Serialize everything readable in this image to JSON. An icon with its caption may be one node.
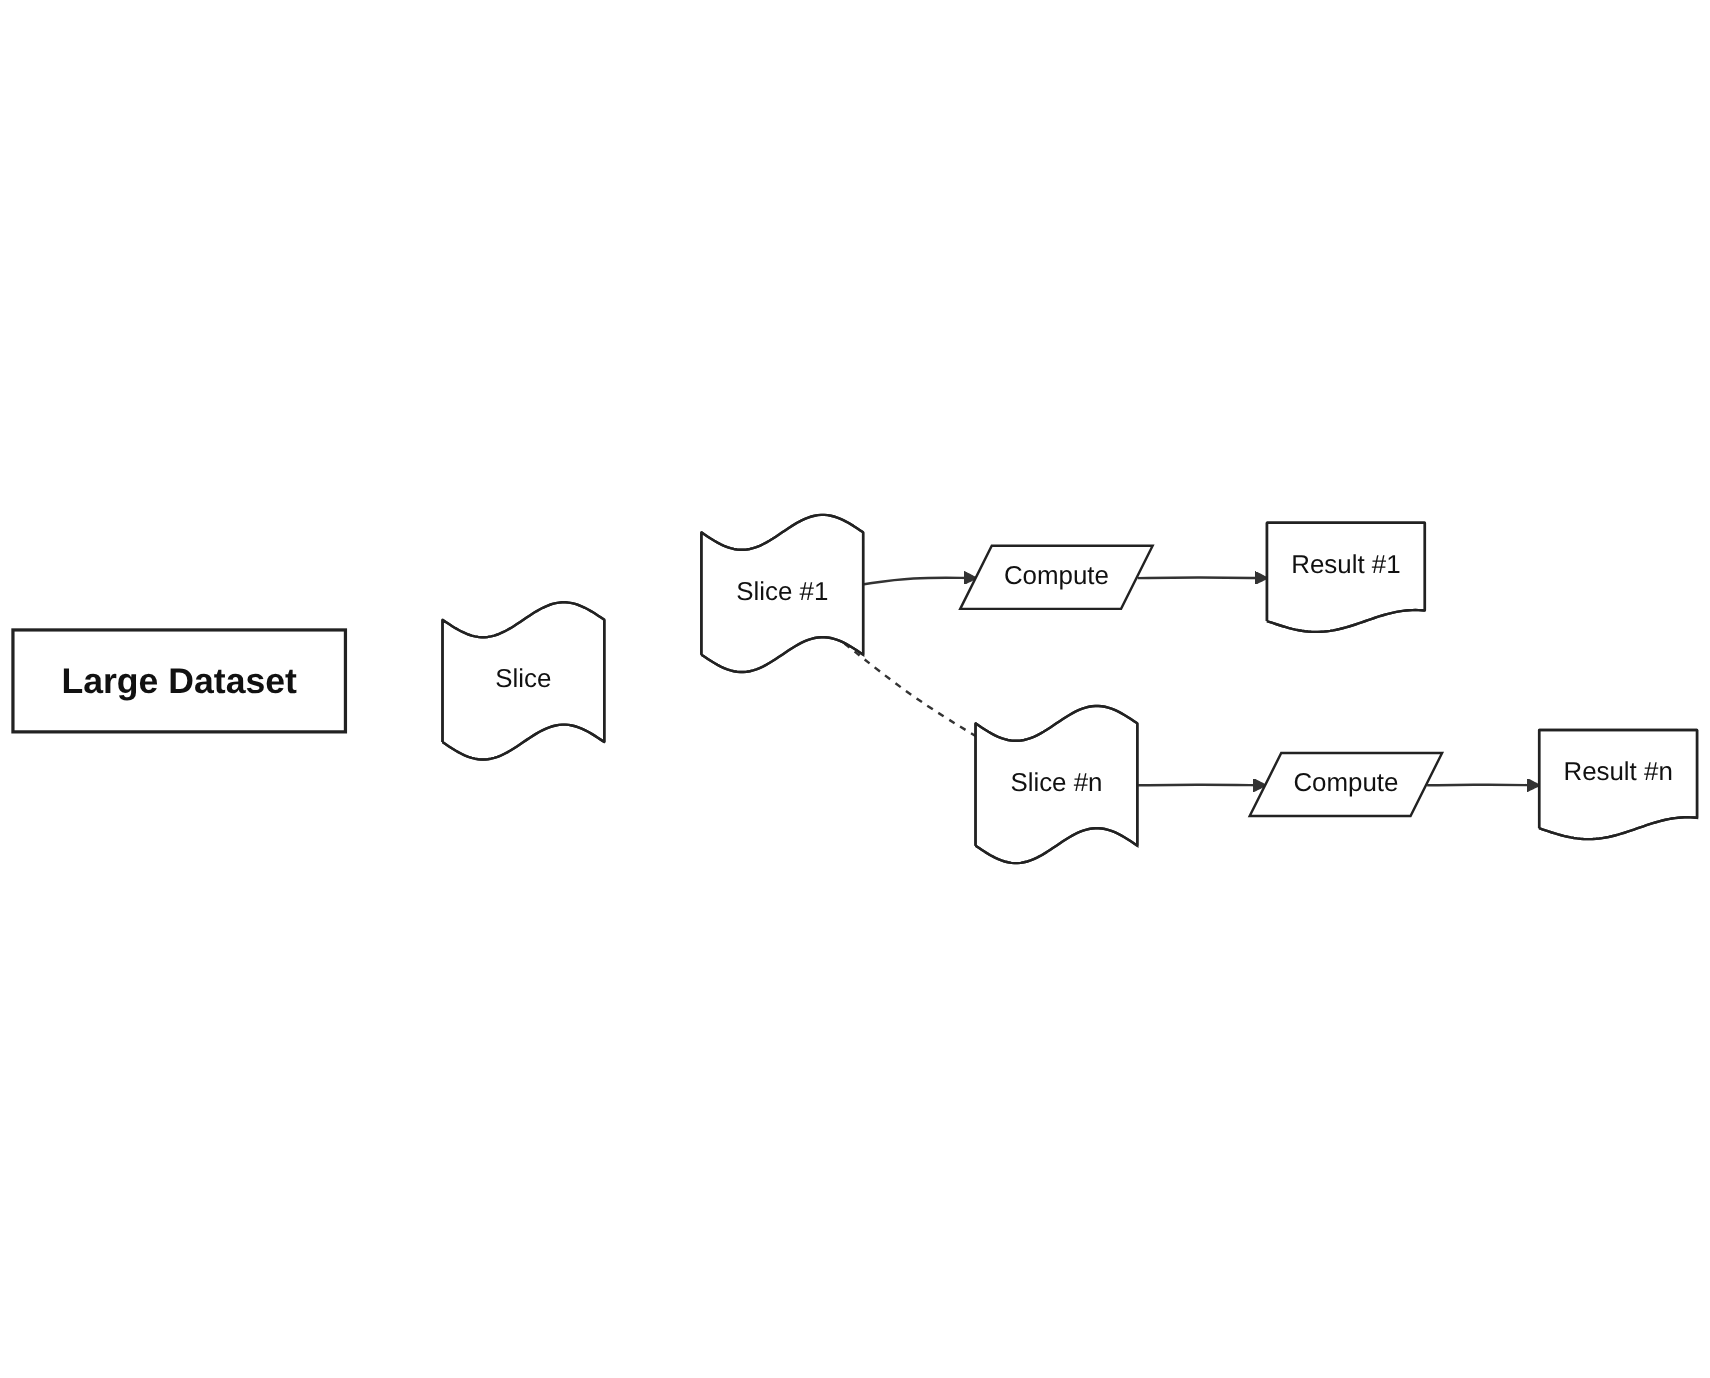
{
  "diagram": {
    "nodes": [
      {
        "text": [
          "Large Dataset"
        ]
      },
      {
        "text": [
          "Slice"
        ]
      },
      {
        "text": [
          "Slice #1"
        ]
      },
      {
        "text": [
          "Compute"
        ]
      },
      {
        "text": [
          "Result #1"
        ]
      },
      {
        "text": [
          "Slice #n"
        ]
      },
      {
        "text": [
          "Compute"
        ]
      },
      {
        "text": [
          "Result #n"
        ]
      }
    ],
    "edges": [
      {
        "from": 2,
        "to": 3,
        "arrow": "to"
      },
      {
        "from": 3,
        "to": 4,
        "arrow": "to"
      },
      {
        "from": 2,
        "to": 5,
        "arrow": "none",
        "style": "dashed"
      },
      {
        "from": 5,
        "to": 6,
        "arrow": "to"
      },
      {
        "from": 6,
        "to": 7,
        "arrow": "to"
      }
    ]
  }
}
